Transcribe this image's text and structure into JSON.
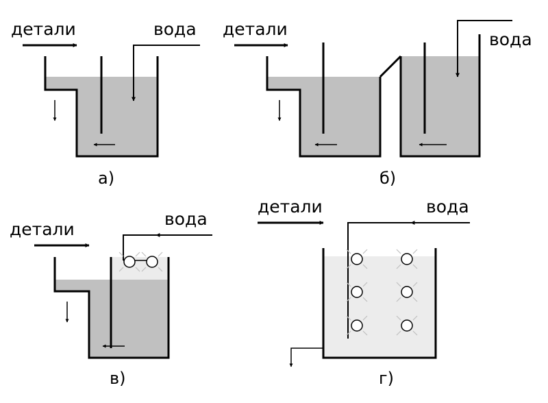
{
  "labels": {
    "parts": "детали",
    "water": "вода"
  },
  "captions": {
    "a": "а)",
    "b": "б)",
    "v": "в)",
    "g": "г)"
  },
  "colors": {
    "water_fill": "#c0c0c0",
    "spray_zone": "#ececec",
    "line": "#000000",
    "nozzle_rays": "#bfbfbf"
  }
}
